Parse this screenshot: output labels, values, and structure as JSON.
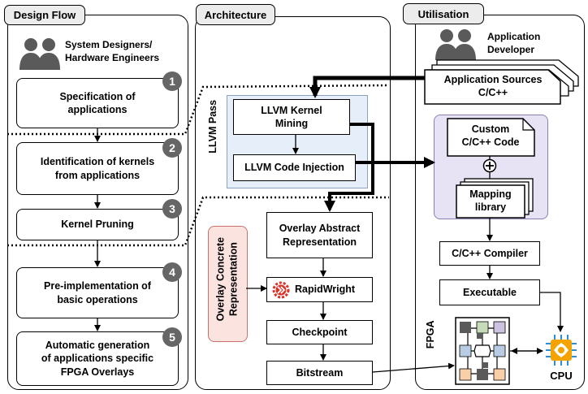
{
  "design_flow": {
    "title": "Design Flow",
    "user_label": "System Designers/\nHardware Engineers",
    "steps": [
      {
        "num": "1",
        "label": "Specification of\napplications"
      },
      {
        "num": "2",
        "label": "Identification of kernels\nfrom applications"
      },
      {
        "num": "3",
        "label": "Kernel Pruning"
      },
      {
        "num": "4",
        "label": "Pre-implementation of\nbasic operations"
      },
      {
        "num": "5",
        "label": "Automatic generation\nof applications specific\nFPGA Overlays"
      }
    ]
  },
  "architecture": {
    "title": "Architecture",
    "llvm_pass_label": "LLVM Pass",
    "kernel_mining": "LLVM Kernel\nMining",
    "code_injection": "LLVM Code Injection",
    "overlay_concrete": "Overlay Concrete\nRepresentation",
    "overlay_abstract": "Overlay Abstract\nRepresentation",
    "rapidwright": "RapidWright",
    "checkpoint": "Checkpoint",
    "bitstream": "Bitstream"
  },
  "utilisation": {
    "title": "Utilisation",
    "user_label": "Application\nDeveloper",
    "app_sources": "Application Sources\nC/C++",
    "custom_code": "Custom\nC/C++ Code",
    "mapping_library": "Mapping\nlibrary",
    "compiler": "C/C++ Compiler",
    "executable": "Executable",
    "fpga_label": "FPGA",
    "cpu_label": "CPU"
  },
  "colors": {
    "llvm_region": "#e6eefa",
    "mapping_region": "#e7e3f4",
    "overlay_region": "#fbe3df",
    "badge": "#666666",
    "cpu": "#f4a300",
    "fpga_tile_blue": "#b8cde4",
    "fpga_tile_green": "#c6dbb8",
    "fpga_tile_purple": "#cbc3e0",
    "fpga_tile_orange": "#f8cfa8",
    "rapidwright_logo": "#d9342b"
  }
}
